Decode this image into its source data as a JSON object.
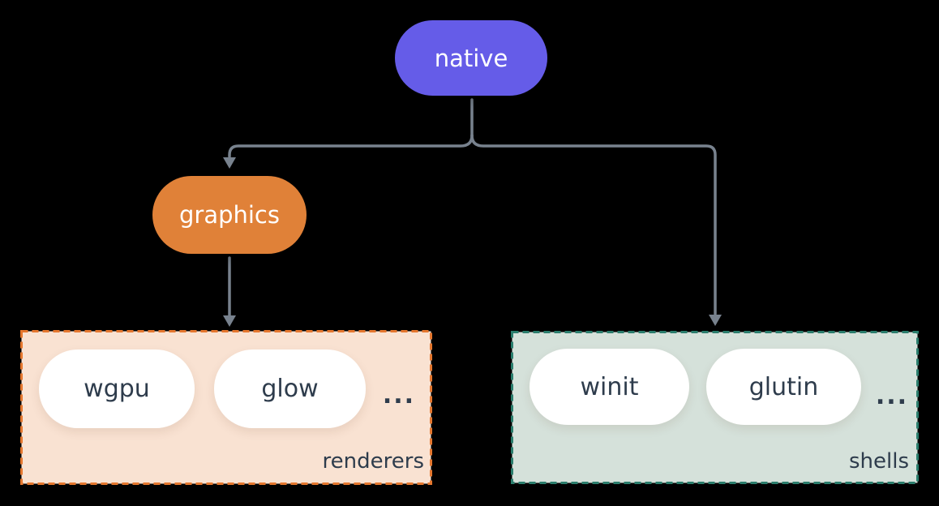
{
  "diagram": {
    "background_color": "#000000",
    "connector_color": "#78828e",
    "item_text_color": "#2e3c4c",
    "nodes": {
      "native": {
        "label": "native",
        "fill": "#655ce8",
        "text_color": "#ffffff"
      },
      "graphics": {
        "label": "graphics",
        "fill": "#e08138",
        "text_color": "#ffffff"
      }
    },
    "groups": {
      "renderers": {
        "label": "renderers",
        "fill": "#f9e2d2",
        "border_color": "#e5772e",
        "items": [
          "wgpu",
          "glow"
        ],
        "more": "..."
      },
      "shells": {
        "label": "shells",
        "fill": "#d5e1da",
        "border_color": "#2b7e6d",
        "items": [
          "winit",
          "glutin"
        ],
        "more": "..."
      }
    },
    "edges": [
      {
        "from": "native",
        "to": "graphics"
      },
      {
        "from": "native",
        "to": "shells"
      },
      {
        "from": "graphics",
        "to": "renderers"
      }
    ]
  }
}
